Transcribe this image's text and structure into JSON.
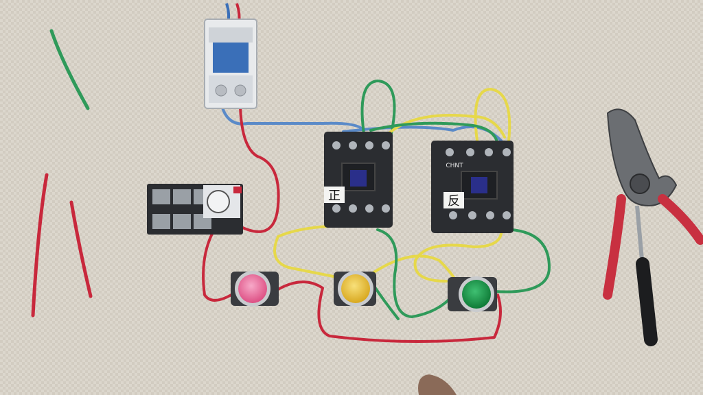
{
  "scene": {
    "description_free": true,
    "colors": {
      "mat": "#d9d4ca",
      "device_black": "#2b2d31",
      "breaker_white": "#e8eaec",
      "breaker_blue": "#3a6fb8",
      "wire_red": "#c8283c",
      "wire_yellow": "#e6d84a",
      "wire_green": "#2f9a5a",
      "wire_blue": "#5a8ac8",
      "button_red": "#e85a8a",
      "button_yellow": "#e8c83a",
      "button_green": "#1a9a4a",
      "tool_red": "#c83040"
    }
  },
  "contactor_forward": {
    "label": "正"
  },
  "contactor_reverse": {
    "label": "反",
    "brand": "CHNT"
  }
}
